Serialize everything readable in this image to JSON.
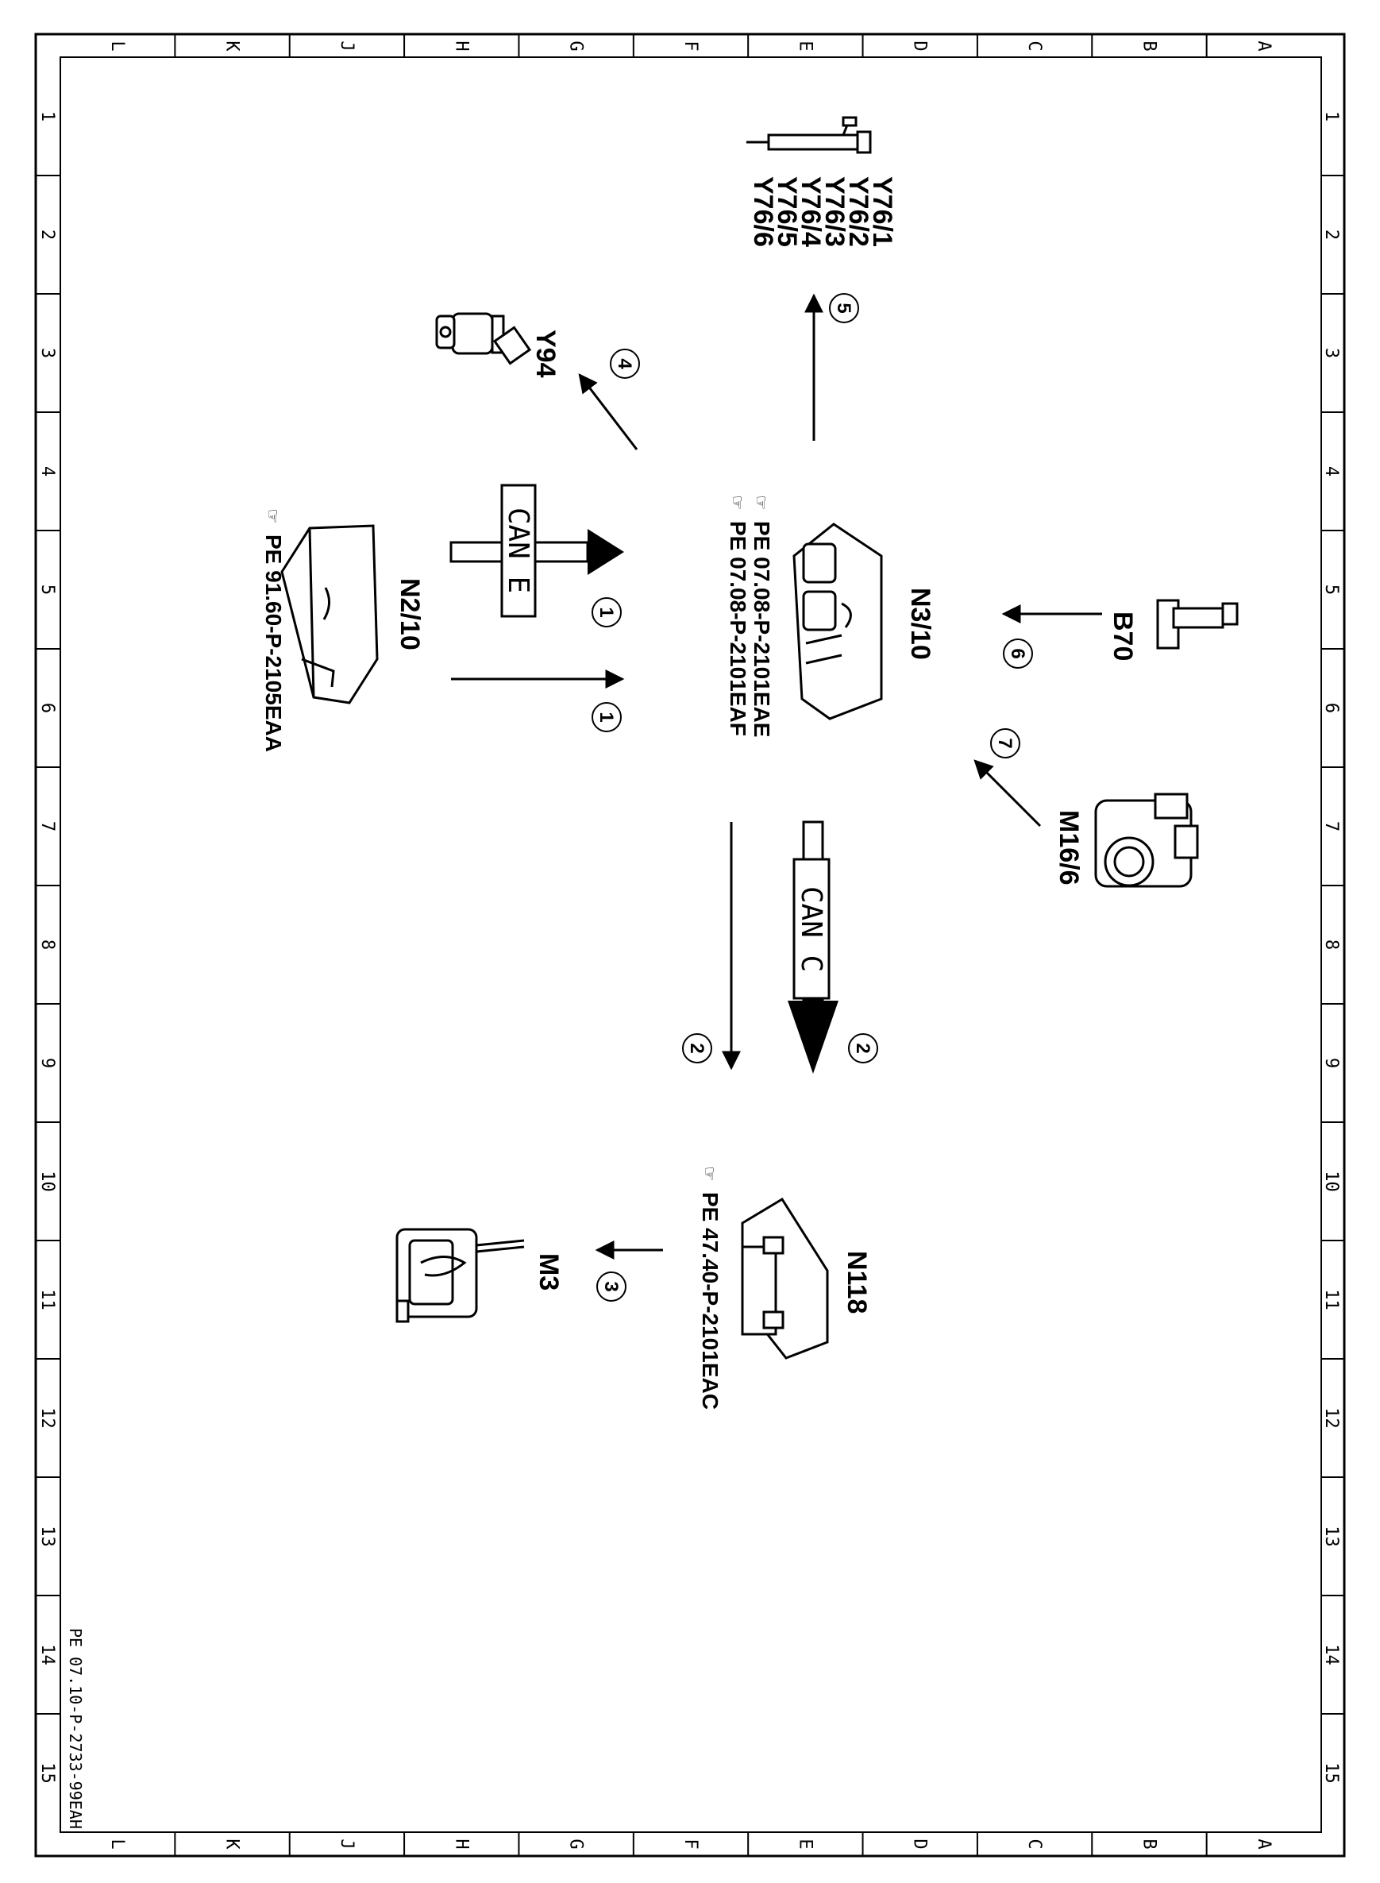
{
  "frame": {
    "letters": [
      "L",
      "K",
      "J",
      "H",
      "G",
      "F",
      "E",
      "D",
      "C",
      "B",
      "A"
    ],
    "numbers": [
      "1",
      "2",
      "3",
      "4",
      "5",
      "6",
      "7",
      "8",
      "9",
      "10",
      "11",
      "12",
      "13",
      "14",
      "15"
    ],
    "doc_code": "PE 07.10-P-2733-99EAH"
  },
  "components": {
    "n3_10": {
      "label": "N3/10",
      "refs": [
        "PE 07.08-P-2101EAE",
        "PE 07.08-P-2101EAF"
      ]
    },
    "n2_10": {
      "label": "N2/10",
      "refs": [
        "PE 91.60-P-2105EAA"
      ]
    },
    "n118": {
      "label": "N118",
      "refs": [
        "PE 47.40-P-2101EAC"
      ]
    },
    "y94": {
      "label": "Y94"
    },
    "y76": {
      "labels": [
        "Y76/1",
        "Y76/2",
        "Y76/3",
        "Y76/4",
        "Y76/5",
        "Y76/6"
      ]
    },
    "b70": {
      "label": "B70"
    },
    "m16_6": {
      "label": "M16/6"
    },
    "m3": {
      "label": "M3"
    }
  },
  "buses": {
    "can_e": "CAN E",
    "can_c": "CAN C"
  },
  "signals": {
    "s1a": "1",
    "s1b": "1",
    "s2a": "2",
    "s2b": "2",
    "s3": "3",
    "s4": "4",
    "s5": "5",
    "s6": "6",
    "s7": "7"
  }
}
